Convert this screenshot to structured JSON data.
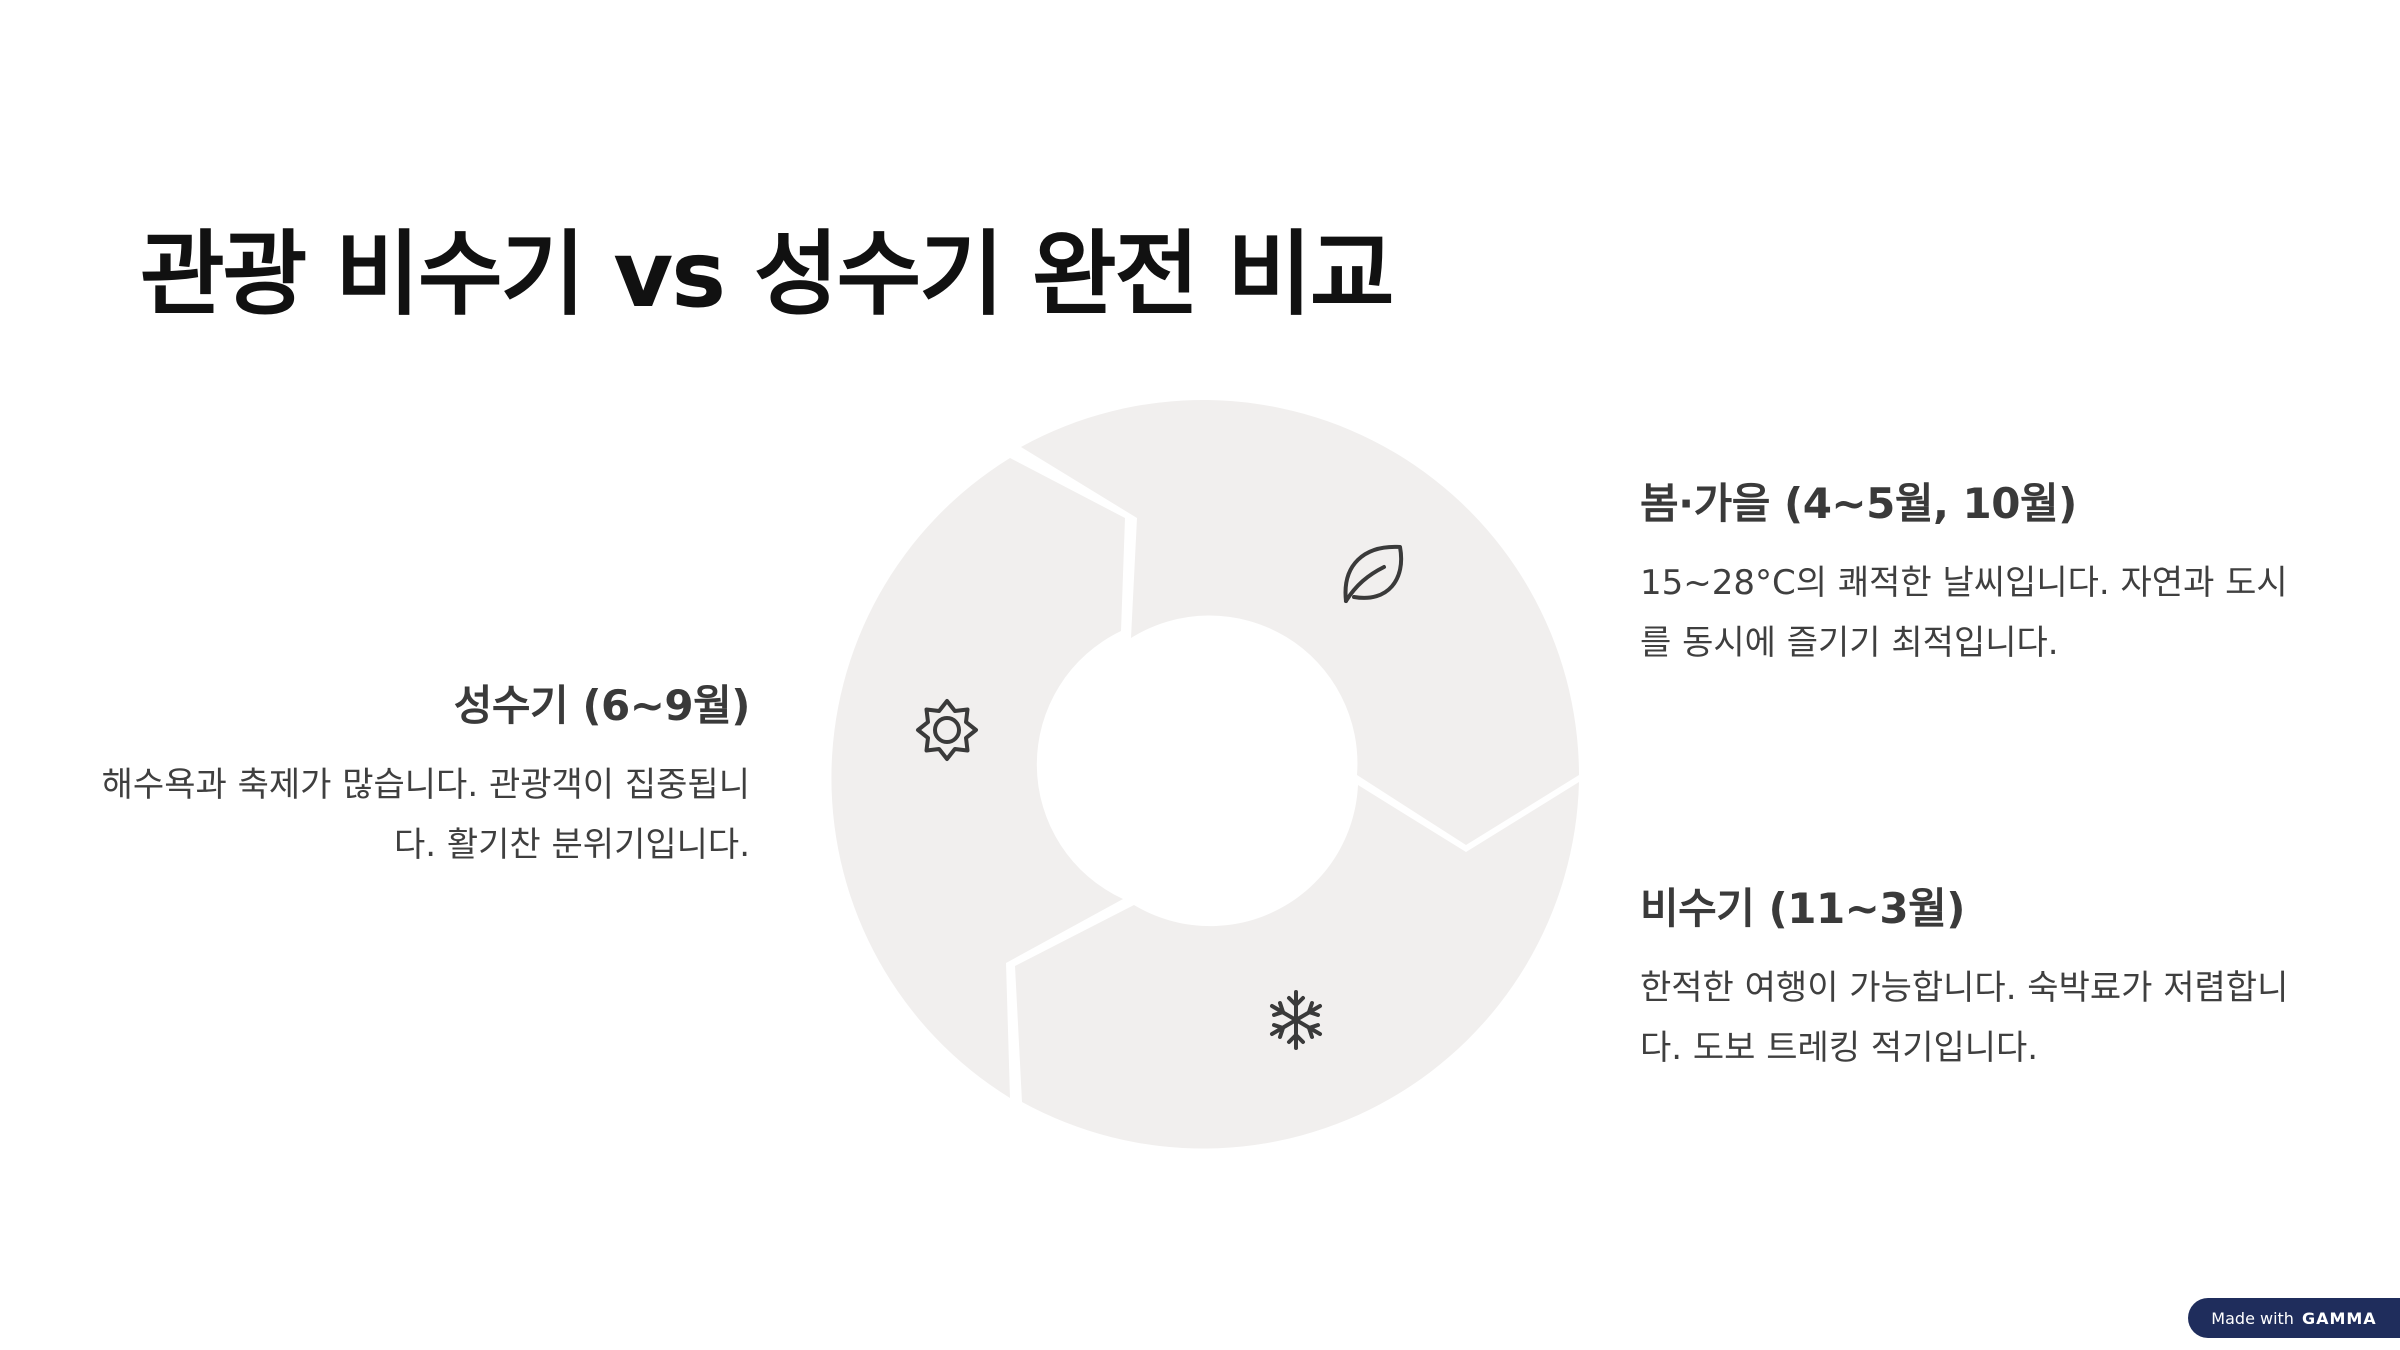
{
  "title": "관광 비수기 vs 성수기 완전 비교",
  "sections": {
    "spring_autumn": {
      "heading": "봄·가을 (4~5월, 10월)",
      "body": "15~28°C의 쾌적한 날씨입니다. 자연과 도시를 동시에 즐기기 최적입니다.",
      "icon": "leaf-icon"
    },
    "peak": {
      "heading": "성수기 (6~9월)",
      "body": "해수욕과 축제가 많습니다. 관광객이 집중됩니다. 활기찬 분위기입니다.",
      "icon": "sun-icon"
    },
    "off_peak": {
      "heading": "비수기 (11~3월)",
      "body": "한적한 여행이 가능합니다. 숙박료가 저렴합니다. 도보 트레킹 적기입니다.",
      "icon": "snowflake-icon"
    }
  },
  "colors": {
    "segment": "#f1efee",
    "badge": "#1f2d5c"
  },
  "badge": {
    "prefix": "Made with",
    "brand": "GAMMA"
  }
}
